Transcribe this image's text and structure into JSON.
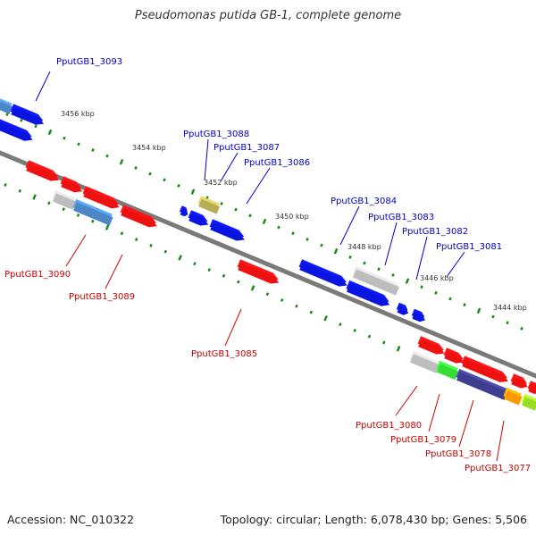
{
  "title": "Pseudomonas putida GB-1, complete genome",
  "footer": {
    "accession": "Accession: NC_010322",
    "summary": "Topology: circular; Length: 6,078,430 bp; Genes: 5,506"
  },
  "colors": {
    "forward_label": "#0000cc",
    "reverse_label": "#cc0000",
    "backbone": "#808080",
    "tick": "#138a13",
    "blue": "#0a14e0",
    "red": "#ee1111",
    "grey": "#bdbdbd",
    "steel": "#4a87c4",
    "olive": "#b8ad55",
    "green": "#33dd33",
    "navy": "#3f3d8f",
    "orange": "#ff9900",
    "lime": "#99dd22"
  },
  "scale_labels": [
    "3456 kbp",
    "3454 kbp",
    "3452 kbp",
    "3450 kbp",
    "3448 kbp",
    "3446 kbp",
    "3444 kbp"
  ],
  "gene_labels_forward": [
    "PputGB1_3093",
    "PputGB1_3088",
    "PputGB1_3087",
    "PputGB1_3086",
    "PputGB1_3084",
    "PputGB1_3083",
    "PputGB1_3082",
    "PputGB1_3081"
  ],
  "gene_labels_reverse": [
    "PputGB1_3090",
    "PputGB1_3089",
    "PputGB1_3085",
    "PputGB1_3080",
    "PputGB1_3079",
    "PputGB1_3078",
    "PputGB1_3077"
  ]
}
